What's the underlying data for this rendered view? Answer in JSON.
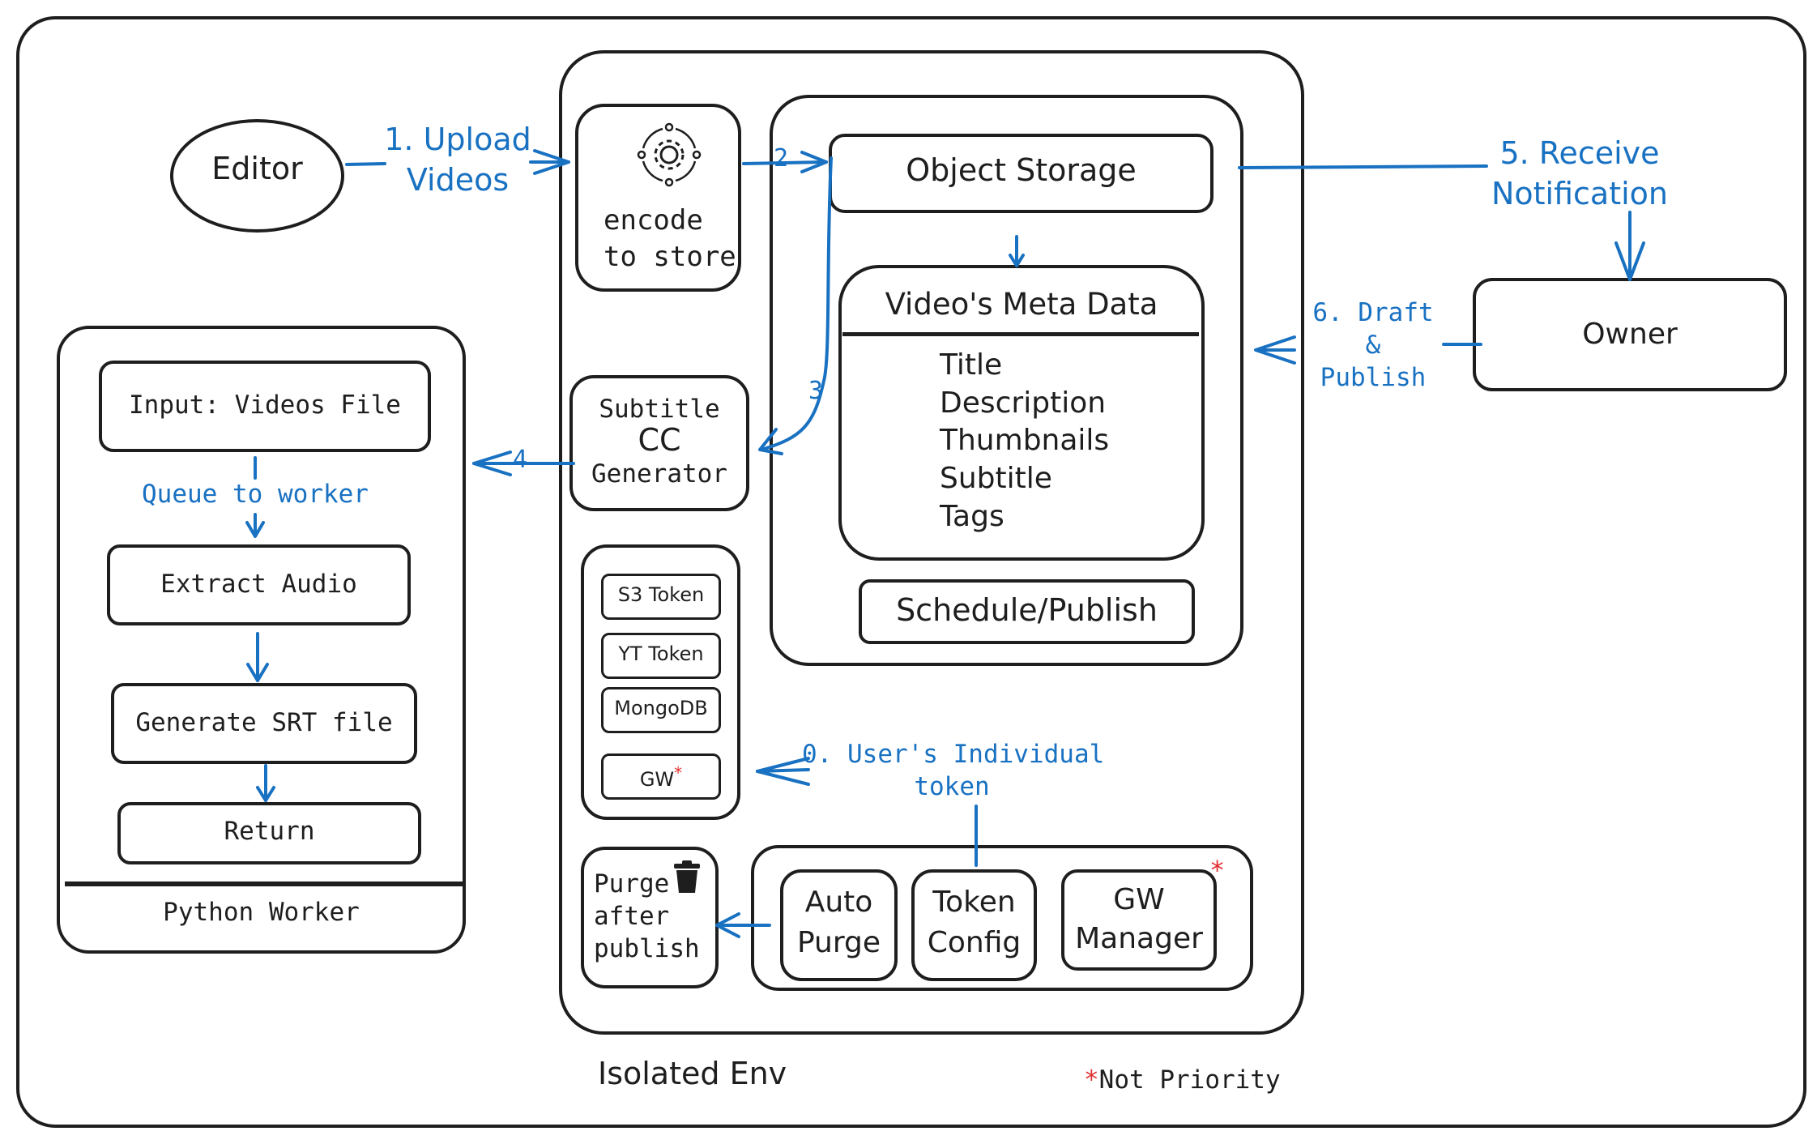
{
  "nodes": {
    "editor": "Editor",
    "encode_line1": "encode",
    "encode_line2": "to store",
    "object_storage": "Object Storage",
    "meta_title": "Video's Meta Data",
    "meta_items": [
      "Title",
      "Description",
      "Thumbnails",
      "Subtitle",
      "Tags"
    ],
    "schedule_publish": "Schedule/Publish",
    "owner": "Owner",
    "subtitle_line1": "Subtitle",
    "subtitle_line2": "CC",
    "subtitle_line3": "Generator",
    "tokens": [
      "S3 Token",
      "YT Token",
      "MongoDB",
      "GW"
    ],
    "purge_line1": "Purge",
    "purge_line2": "after",
    "purge_line3": "publish",
    "auto_purge_line1": "Auto",
    "auto_purge_line2": "Purge",
    "token_config_line1": "Token",
    "token_config_line2": "Config",
    "gw_manager_line1": "GW",
    "gw_manager_line2": "Manager",
    "isolated_env": "Isolated Env"
  },
  "worker": {
    "input": "Input: Videos File",
    "queue": "Queue to worker",
    "extract": "Extract Audio",
    "generate": "Generate SRT file",
    "return": "Return",
    "title": "Python Worker"
  },
  "edges": {
    "upload_line1": "1. Upload",
    "upload_line2": "Videos",
    "step2": "2",
    "step3": "3",
    "step4": "4",
    "receive_line1": "5. Receive",
    "receive_line2": "Notification",
    "draft_line1": "6. Draft",
    "draft_line2": "&",
    "draft_line3": "Publish",
    "token_line1": "0. User's Individual",
    "token_line2": "token"
  },
  "legend": {
    "marker": "*",
    "label": "Not Priority"
  },
  "colors": {
    "stroke": "#1e1e1e",
    "accent": "#1971c2",
    "marker": "#e03131"
  }
}
